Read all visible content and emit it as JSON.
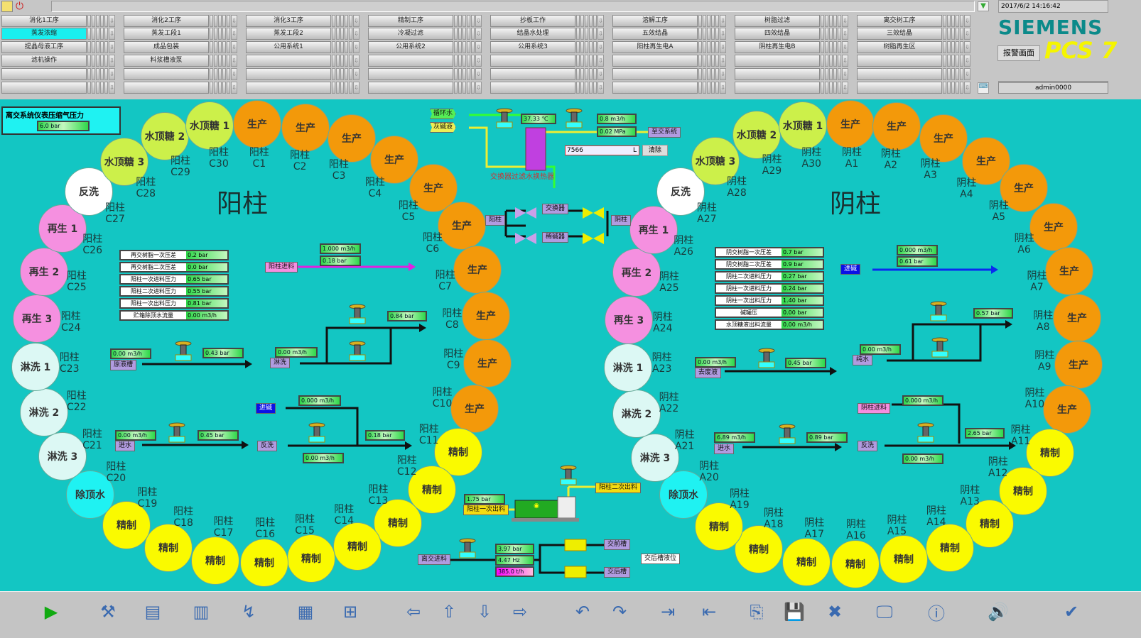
{
  "header": {
    "datetime": "2017/6/2 14:16:42",
    "brand": "SIEMENS",
    "product": "PCS 7",
    "alarm_button": "报警画面",
    "user": "admin0000",
    "areas": [
      [
        "消化1工序",
        "蒸发浓缩",
        "提晶母液工序",
        "滤机操作",
        "",
        ""
      ],
      [
        "消化2工序",
        "蒸发工段1",
        "成品包装",
        "料浆槽液泵",
        "",
        ""
      ],
      [
        "消化3工序",
        "蒸发工段2",
        "公用系统1",
        "",
        "",
        ""
      ],
      [
        "精制工序",
        "冷凝过滤",
        "公用系统2",
        "",
        "",
        ""
      ],
      [
        "抄板工作",
        "结晶水处理",
        "公用系统3",
        "",
        "",
        ""
      ],
      [
        "溶解工序",
        "五效结晶",
        "阳柱再生电A",
        "",
        "",
        ""
      ],
      [
        "树脂过滤",
        "四效结晶",
        "阴柱再生电B",
        "",
        "",
        ""
      ],
      [
        "离交树工序",
        "三效结晶",
        "树脂再生区",
        "",
        "",
        ""
      ]
    ]
  },
  "main": {
    "cation_title": "阳柱",
    "anion_title": "阴柱",
    "air": {
      "label": "离交系统仪表压缩气压力",
      "value": "6.0 bar"
    },
    "cation_columns": [
      {
        "id": "C1",
        "state": "生产"
      },
      {
        "id": "C2",
        "state": "生产"
      },
      {
        "id": "C3",
        "state": "生产"
      },
      {
        "id": "C4",
        "state": "生产"
      },
      {
        "id": "C5",
        "state": "生产"
      },
      {
        "id": "C6",
        "state": "生产"
      },
      {
        "id": "C7",
        "state": "生产"
      },
      {
        "id": "C8",
        "state": "生产"
      },
      {
        "id": "C9",
        "state": "生产"
      },
      {
        "id": "C10",
        "state": "生产"
      },
      {
        "id": "C11",
        "state": "精制"
      },
      {
        "id": "C12",
        "state": "精制"
      },
      {
        "id": "C13",
        "state": "精制"
      },
      {
        "id": "C14",
        "state": "精制"
      },
      {
        "id": "C15",
        "state": "精制"
      },
      {
        "id": "C16",
        "state": "精制"
      },
      {
        "id": "C17",
        "state": "精制"
      },
      {
        "id": "C18",
        "state": "精制"
      },
      {
        "id": "C19",
        "state": "精制"
      },
      {
        "id": "C20",
        "state": "除顶水"
      },
      {
        "id": "C21",
        "state": "淋洗 3"
      },
      {
        "id": "C22",
        "state": "淋洗 2"
      },
      {
        "id": "C23",
        "state": "淋洗 1"
      },
      {
        "id": "C24",
        "state": "再生 3"
      },
      {
        "id": "C25",
        "state": "再生 2"
      },
      {
        "id": "C26",
        "state": "再生 1"
      },
      {
        "id": "C27",
        "state": "反洗"
      },
      {
        "id": "C28",
        "state": "水顶糖 3"
      },
      {
        "id": "C29",
        "state": "水顶糖 2"
      },
      {
        "id": "C30",
        "state": "水顶糖 1"
      }
    ],
    "anion_columns": [
      {
        "id": "A1",
        "state": "生产"
      },
      {
        "id": "A2",
        "state": "生产"
      },
      {
        "id": "A3",
        "state": "生产"
      },
      {
        "id": "A4",
        "state": "生产"
      },
      {
        "id": "A5",
        "state": "生产"
      },
      {
        "id": "A6",
        "state": "生产"
      },
      {
        "id": "A7",
        "state": "生产"
      },
      {
        "id": "A8",
        "state": "生产"
      },
      {
        "id": "A9",
        "state": "生产"
      },
      {
        "id": "A10",
        "state": "生产"
      },
      {
        "id": "A11",
        "state": "精制"
      },
      {
        "id": "A12",
        "state": "精制"
      },
      {
        "id": "A13",
        "state": "精制"
      },
      {
        "id": "A14",
        "state": "精制"
      },
      {
        "id": "A15",
        "state": "精制"
      },
      {
        "id": "A16",
        "state": "精制"
      },
      {
        "id": "A17",
        "state": "精制"
      },
      {
        "id": "A18",
        "state": "精制"
      },
      {
        "id": "A19",
        "state": "精制"
      },
      {
        "id": "A20",
        "state": "除顶水"
      },
      {
        "id": "A21",
        "state": "淋洗 3"
      },
      {
        "id": "A22",
        "state": "淋洗 2"
      },
      {
        "id": "A23",
        "state": "淋洗 1"
      },
      {
        "id": "A24",
        "state": "再生 3"
      },
      {
        "id": "A25",
        "state": "再生 2"
      },
      {
        "id": "A26",
        "state": "再生 1"
      },
      {
        "id": "A27",
        "state": "反洗"
      },
      {
        "id": "A28",
        "state": "水顶糖 3"
      },
      {
        "id": "A29",
        "state": "水顶糖 2"
      },
      {
        "id": "A30",
        "state": "水顶糖 1"
      }
    ],
    "column_prefix_cation": "阳柱",
    "column_prefix_anion": "阴柱",
    "cation_params": [
      {
        "label": "再交树脂一次压差",
        "value": "0.2 bar"
      },
      {
        "label": "再交树脂二次压差",
        "value": "0.0 bar"
      },
      {
        "label": "阳柱一次进料压力",
        "value": "0.65 bar"
      },
      {
        "label": "阳柱二次进料压力",
        "value": "0.55 bar"
      },
      {
        "label": "阳柱一次出料压力",
        "value": "0.81 bar"
      },
      {
        "label": "贮箱除顶水流量",
        "value": "0.00 m3/h"
      }
    ],
    "anion_params": [
      {
        "label": "阴交树脂一次压差",
        "value": "0.7 bar"
      },
      {
        "label": "阴交树脂二次压差",
        "value": "0.9 bar"
      },
      {
        "label": "阴柱二次进料压力",
        "value": "0.27 bar"
      },
      {
        "label": "阴柱一次进料压力",
        "value": "0.24 bar"
      },
      {
        "label": "阴柱一次出料压力",
        "value": "1.40 bar"
      },
      {
        "label": "碱罐压",
        "value": "0.00 bar"
      },
      {
        "label": "水顶糖液出料流量",
        "value": "0.00 m3/h"
      }
    ],
    "values": {
      "hx_temp": "37.33 ℃",
      "hx_flow": "0.8 m3/h",
      "hx_press": "0.02 MPa",
      "cf_flow": "1.000 m3/h",
      "cf_press": "0.18 bar",
      "cr_press": "0.84 bar",
      "cr_flow": "0.00 m3/h",
      "cw_flow": "0.00 m3/h",
      "cw_press": "0.43 bar",
      "ca_flow": "0.000 m3/h",
      "ca_press": "0.18 bar",
      "cb_flow": "0.00 m3/h",
      "ci_flow": "0.00 m3/h",
      "ci_press": "0.45 bar",
      "pump_press": "1.75 bar",
      "feed_press": "3.97 bar",
      "feed_hz": "4.47 Hz",
      "feed_flow": "385.0 t/h",
      "aa_flow": "0.000 m3/h",
      "aa_press": "0.61 bar",
      "ar_press": "0.57 bar",
      "ar_flow": "0.00 m3/h",
      "aw_flow": "0.00 m3/h",
      "aw_press": "0.45 bar",
      "af_flow": "0.000 m3/h",
      "af_press": "2.65 bar",
      "ab_flow": "0.00 m3/h",
      "ai_flow": "6.89 m3/h",
      "ai_press": "0.89 bar",
      "alarm_code": "7566",
      "alarm_unit": "L"
    },
    "tags": {
      "circ_water": "循环水",
      "ash_liquor": "灰碱液",
      "to_system": "至交系统",
      "clear": "清除",
      "hx_name": "交换器过滤水换热器",
      "cation_port": "阳柱",
      "anion_port": "阴柱",
      "exch": "交换器",
      "dilute": "稀碱器",
      "c_feed": "阳柱进料",
      "c_rinse": "淋洗",
      "c_waste": "原液槽",
      "c_alkali": "进碱",
      "c_back": "反洗",
      "c_water": "进水",
      "c_out1": "阳柱一次出料",
      "c_out2": "阳柱二次出料",
      "feed_in": "离交进料",
      "pre_tank": "交前槽",
      "post_tank": "交后槽",
      "post_level": "交后槽液位",
      "a_alkali": "进碱",
      "a_pure": "纯水",
      "a_waste": "去废液",
      "a_feed": "阴柱进料",
      "a_back": "反洗",
      "a_water": "进水"
    }
  },
  "toolbar": [
    {
      "name": "start",
      "glyph": "▶"
    },
    {
      "name": "tools",
      "glyph": "⚒"
    },
    {
      "name": "notes",
      "glyph": "▤"
    },
    {
      "name": "report",
      "glyph": "▥"
    },
    {
      "name": "trend",
      "glyph": "↯"
    },
    {
      "name": "faceplate",
      "glyph": "▦"
    },
    {
      "name": "picture-tree",
      "glyph": "⊞"
    },
    {
      "name": "back",
      "glyph": "⇦"
    },
    {
      "name": "home",
      "glyph": "⇧"
    },
    {
      "name": "down",
      "glyph": "⇩"
    },
    {
      "name": "forward",
      "glyph": "⇨"
    },
    {
      "name": "undo",
      "glyph": "↶"
    },
    {
      "name": "redo",
      "glyph": "↷"
    },
    {
      "name": "loop-in",
      "glyph": "⇥"
    },
    {
      "name": "loop-out",
      "glyph": "⇤"
    },
    {
      "name": "open",
      "glyph": "⎘"
    },
    {
      "name": "save",
      "glyph": "💾"
    },
    {
      "name": "delete",
      "glyph": "✖"
    },
    {
      "name": "monitor",
      "glyph": "🖵"
    },
    {
      "name": "info",
      "glyph": "ⓘ"
    },
    {
      "name": "horn",
      "glyph": "🔊"
    },
    {
      "name": "acknowledge",
      "glyph": "✔"
    }
  ]
}
